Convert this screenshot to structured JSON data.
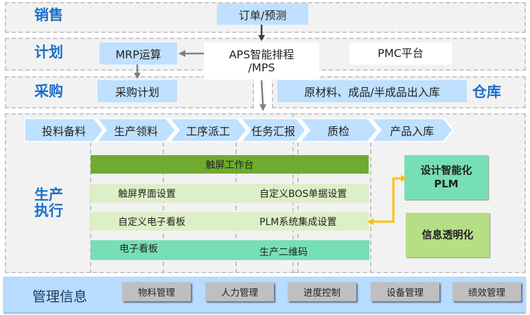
{
  "zones": {
    "sales": "销售",
    "plan": "计划",
    "purchase": "采购",
    "warehouse": "仓库",
    "production": [
      "生产",
      "执行"
    ],
    "management": "管理信息"
  },
  "boxes": {
    "order_forecast": "订单/预测",
    "mrp": "MRP运算",
    "aps_line1": "APS智能排程",
    "aps_line2": "/MPS",
    "pmc": "PMC平台",
    "purchase_plan": "采购计划",
    "inventory": "原材料、成品/半成品出入库"
  },
  "process_steps": [
    "投料备料",
    "生产领料",
    "工序派工",
    "任务汇报",
    "质检",
    "产品入库"
  ],
  "bars": {
    "touch_workbench": "触屏工作台",
    "touch_ui_settings": "触屏界面设置",
    "custom_bos": "自定义BOS单据设置",
    "custom_board": "自定义电子看板",
    "plm_integration": "PLM系统集成设置",
    "e_board": "电子看板",
    "qr_code": "生产二维码"
  },
  "side": {
    "plm_line1": "设计智能化",
    "plm_line2": "PLM",
    "transparency": "信息透明化"
  },
  "management_items": [
    "物料管理",
    "人力管理",
    "进度控制",
    "设备管理",
    "绩效管理"
  ],
  "colors": {
    "label_blue": "#1a6fcc",
    "light_blue": "#bfe0ff",
    "green_dark": "#6fab2e",
    "green_light": "#dcefc6",
    "teal": "#77dfb6",
    "green_side": "#b4df84",
    "connector": "#ffc000",
    "mgmt_bg": "#b7dcff",
    "mgmt_btn": "#bfbfbf"
  }
}
